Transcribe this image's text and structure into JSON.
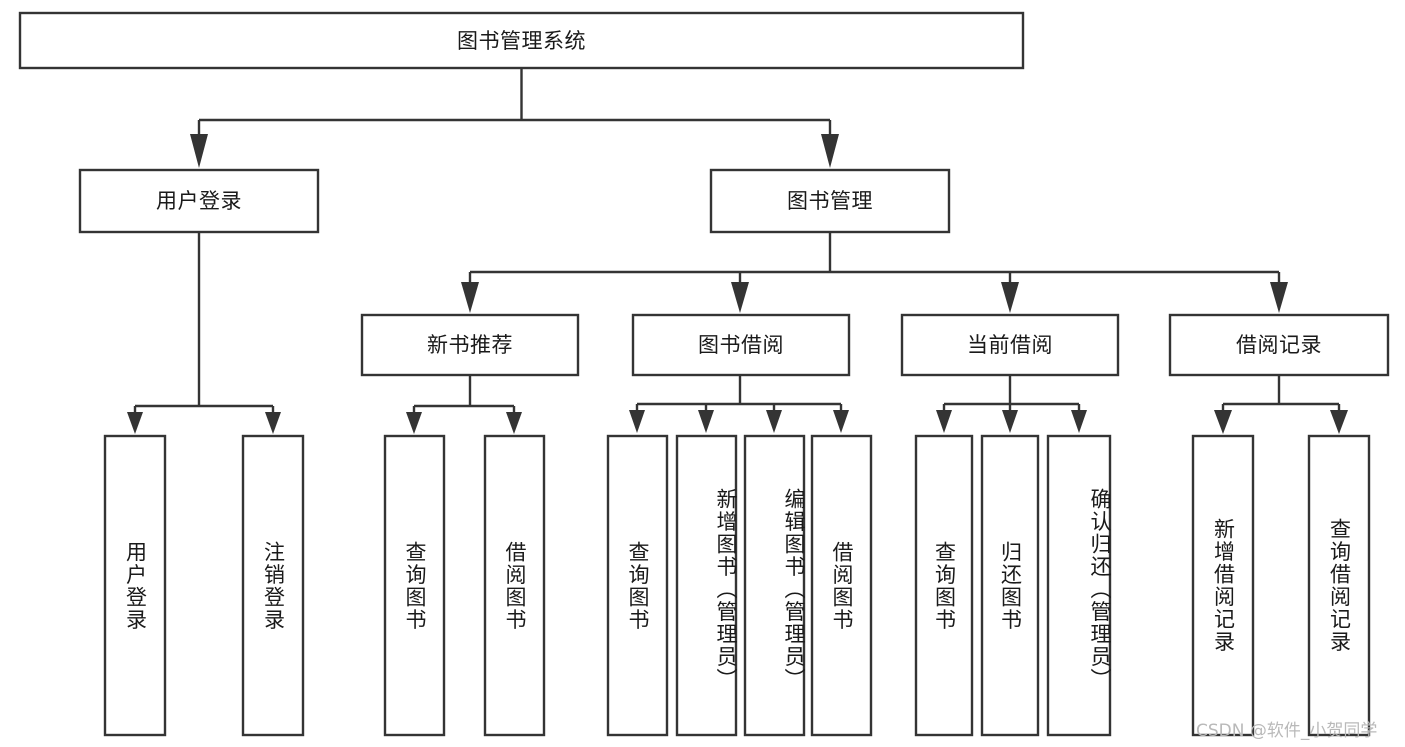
{
  "diagram": {
    "title": "图书管理系统",
    "type": "tree-hierarchy",
    "watermark": "CSDN @软件_小贺同学",
    "colors": {
      "stroke": "#343434",
      "fill": "#ffffff",
      "text": "#1a1a1a",
      "watermark": "#b9b9b9",
      "background": "#ffffff"
    },
    "root": {
      "label": "图书管理系统"
    },
    "level2": [
      {
        "label": "用户登录"
      },
      {
        "label": "图书管理"
      }
    ],
    "level3": [
      {
        "label": "新书推荐"
      },
      {
        "label": "图书借阅"
      },
      {
        "label": "当前借阅"
      },
      {
        "label": "借阅记录"
      }
    ],
    "leaves": {
      "user_login": [
        {
          "label": "用户登录"
        },
        {
          "label": "注销登录"
        }
      ],
      "new_book_recommend": [
        {
          "label": "查询图书"
        },
        {
          "label": "借阅图书"
        }
      ],
      "book_borrow": [
        {
          "label": "查询图书"
        },
        {
          "label": "新增图书（管理员）"
        },
        {
          "label": "编辑图书（管理员）"
        },
        {
          "label": "借阅图书"
        }
      ],
      "current_borrow": [
        {
          "label": "查询图书"
        },
        {
          "label": "归还图书"
        },
        {
          "label": "确认归还（管理员）"
        }
      ],
      "borrow_record": [
        {
          "label": "新增借阅记录"
        },
        {
          "label": "查询借阅记录"
        }
      ]
    }
  }
}
